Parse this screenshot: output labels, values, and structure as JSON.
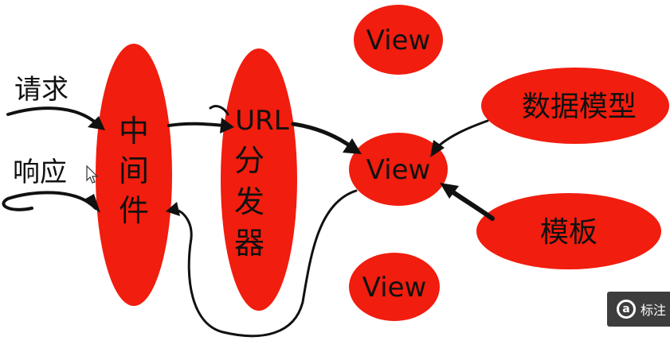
{
  "labels": {
    "request": "请求",
    "response": "响应"
  },
  "nodes": {
    "middleware": [
      "中",
      "间",
      "件"
    ],
    "url_dispatcher": [
      "URL",
      "分",
      "发",
      "器"
    ],
    "view_top": "View",
    "view_center": "View",
    "view_bottom": "View",
    "data_model": "数据模型",
    "template": "模板"
  },
  "watermark": {
    "text": "标注"
  },
  "colors": {
    "node_fill": "#f11d0e",
    "line": "#111111",
    "text": "#111111",
    "background": "#ffffff"
  }
}
